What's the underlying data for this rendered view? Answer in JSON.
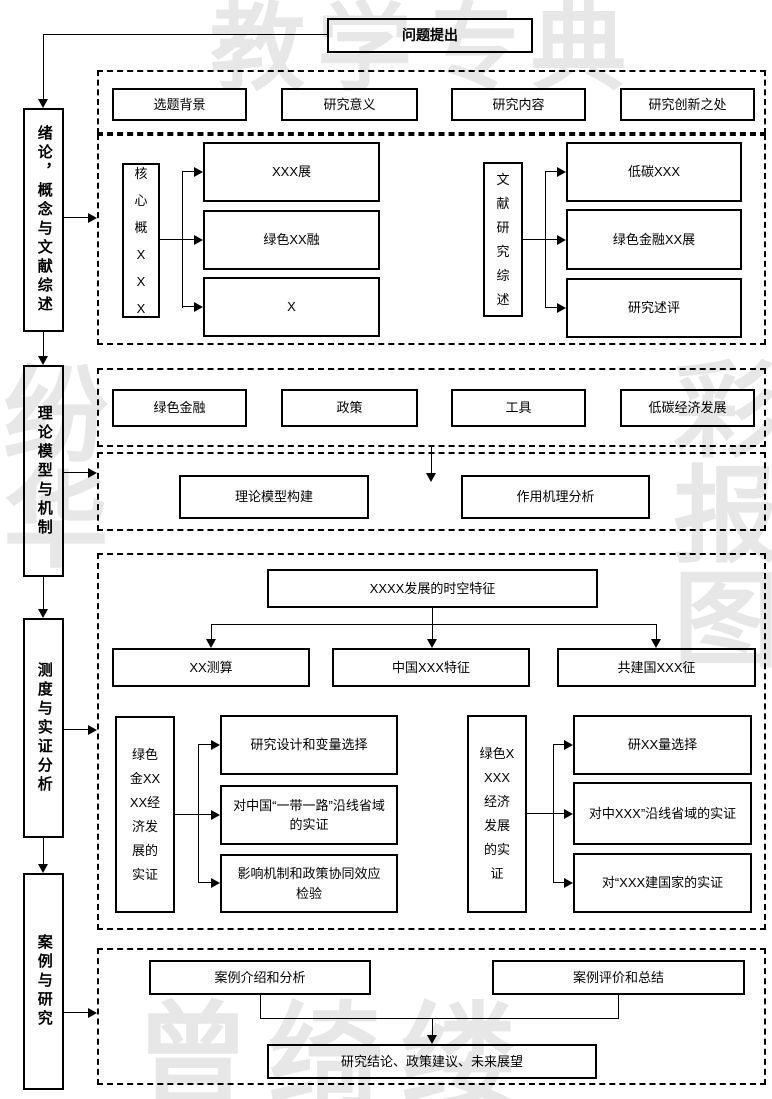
{
  "diagram": {
    "top": {
      "problem": "问题提出"
    },
    "rail": {
      "intro": "绪论，概念与文献综述",
      "theory": "理论模型与机制",
      "measure": "测度与实证分析",
      "case": "案例与研究"
    },
    "intro_row": {
      "b1": "选题背景",
      "b2": "研究意义",
      "b3": "研究内容",
      "b4": "研究创新之处"
    },
    "concepts": {
      "parent": "核心概XXX",
      "c1": "XXX展",
      "c2": "绿色XX融",
      "c3": "X"
    },
    "literature": {
      "parent": "文献研究综述",
      "c1": "低碳XXX",
      "c2": "绿色金融XX展",
      "c3": "研究述评"
    },
    "theory_row": {
      "b1": "绿色金融",
      "b2": "政策",
      "b3": "工具",
      "b4": "低碳经济发展"
    },
    "theory_out": {
      "b1": "理论模型构建",
      "b2": "作用机理分析"
    },
    "measure": {
      "root": "XXXX发展的时空特征",
      "t1": "XX测算",
      "t2": "中国XXX特征",
      "t3": "共建国XXX征",
      "left": {
        "parent": "绿色金XXXX经济发展的实证",
        "c1": "研究设计和变量选择",
        "c2": "对中国“一带一路”沿线省域的实证",
        "c3": "影响机制和政策协同效应检验"
      },
      "right": {
        "parent": "绿色XXXX经济发展的实证",
        "c1": "研XX量选择",
        "c2": "对中XXX”沿线省域的实证",
        "c3": "对“XXX建国家的实证"
      }
    },
    "case": {
      "b1": "案例介绍和分析",
      "b2": "案例评价和总结",
      "conclusion": "研究结论、政策建议、未来展望"
    },
    "watermarks": {
      "top": "教学专典",
      "left": "纷华",
      "right": "彩报图",
      "bottom": "曾绮缕"
    },
    "colors": {
      "line": "#000000",
      "watermark": "#e7e7e7",
      "background": "#ffffff"
    }
  }
}
